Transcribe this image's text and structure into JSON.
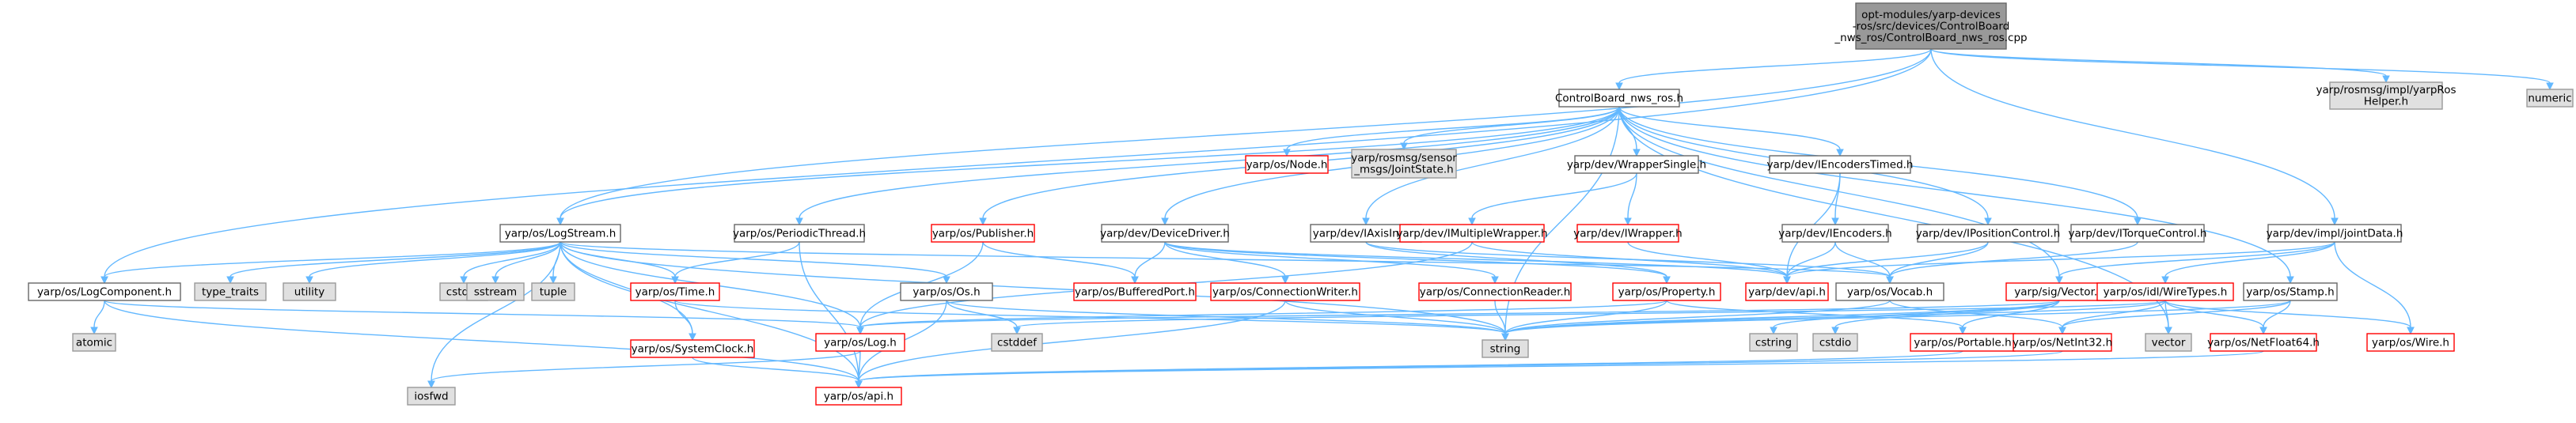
{
  "colors": {
    "edge": "#63b8ff",
    "root_fill": "#999999",
    "node_stroke": "#666666",
    "red_text": "#ff0000",
    "system_fill": "#e0e0e0",
    "system_stroke": "#999999",
    "text": "#000000"
  },
  "nodes": {
    "root": {
      "lines": [
        "opt-modules/yarp-devices",
        "-ros/src/devices/ControlBoard",
        "_nws_ros/ControlBoard_nws_ros.cpp"
      ],
      "kind": "root"
    },
    "cbnh": {
      "lines": [
        "ControlBoard_nws_ros.h"
      ],
      "kind": "normal"
    },
    "rosh": {
      "lines": [
        "yarp/rosmsg/impl/yarpRos",
        "Helper.h"
      ],
      "kind": "system"
    },
    "numeric": {
      "lines": [
        "numeric"
      ],
      "kind": "system"
    },
    "logstream": {
      "lines": [
        "yarp/os/LogStream.h"
      ],
      "kind": "normal"
    },
    "periodic": {
      "lines": [
        "yarp/os/PeriodicThread.h"
      ],
      "kind": "normal"
    },
    "publisher": {
      "lines": [
        "yarp/os/Publisher.h"
      ],
      "kind": "red"
    },
    "node": {
      "lines": [
        "yarp/os/Node.h"
      ],
      "kind": "red"
    },
    "jointstate": {
      "lines": [
        "yarp/rosmsg/sensor",
        "_msgs/JointState.h"
      ],
      "kind": "system"
    },
    "wrappersingle": {
      "lines": [
        "yarp/dev/WrapperSingle.h"
      ],
      "kind": "normal"
    },
    "iencoderstimed": {
      "lines": [
        "yarp/dev/IEncodersTimed.h"
      ],
      "kind": "normal"
    },
    "ijointdata": {
      "lines": [
        "yarp/dev/impl/jointData.h"
      ],
      "kind": "normal"
    },
    "devicedriver": {
      "lines": [
        "yarp/dev/DeviceDriver.h"
      ],
      "kind": "normal"
    },
    "iaxisinfo": {
      "lines": [
        "yarp/dev/IAxisInfo.h"
      ],
      "kind": "normal"
    },
    "imultiple": {
      "lines": [
        "yarp/dev/IMultipleWrapper.h"
      ],
      "kind": "red"
    },
    "iwrapper": {
      "lines": [
        "yarp/dev/IWrapper.h"
      ],
      "kind": "red"
    },
    "iencoders": {
      "lines": [
        "yarp/dev/IEncoders.h"
      ],
      "kind": "normal"
    },
    "iposition": {
      "lines": [
        "yarp/dev/IPositionControl.h"
      ],
      "kind": "normal"
    },
    "itorque": {
      "lines": [
        "yarp/dev/ITorqueControl.h"
      ],
      "kind": "normal"
    },
    "logcomponent": {
      "lines": [
        "yarp/os/LogComponent.h"
      ],
      "kind": "normal"
    },
    "type_traits": {
      "lines": [
        "type_traits"
      ],
      "kind": "system"
    },
    "utility": {
      "lines": [
        "utility"
      ],
      "kind": "system"
    },
    "cstdlib": {
      "lines": [
        "cstdlib"
      ],
      "kind": "system"
    },
    "sstream": {
      "lines": [
        "sstream"
      ],
      "kind": "system"
    },
    "tuple": {
      "lines": [
        "tuple"
      ],
      "kind": "system"
    },
    "time": {
      "lines": [
        "yarp/os/Time.h"
      ],
      "kind": "red"
    },
    "os": {
      "lines": [
        "yarp/os/Os.h"
      ],
      "kind": "normal"
    },
    "bufferedport": {
      "lines": [
        "yarp/os/BufferedPort.h"
      ],
      "kind": "red"
    },
    "connwriter": {
      "lines": [
        "yarp/os/ConnectionWriter.h"
      ],
      "kind": "red"
    },
    "connreader": {
      "lines": [
        "yarp/os/ConnectionReader.h"
      ],
      "kind": "red"
    },
    "property": {
      "lines": [
        "yarp/os/Property.h"
      ],
      "kind": "red"
    },
    "devapi": {
      "lines": [
        "yarp/dev/api.h"
      ],
      "kind": "red"
    },
    "vocab": {
      "lines": [
        "yarp/os/Vocab.h"
      ],
      "kind": "normal"
    },
    "sigvector": {
      "lines": [
        "yarp/sig/Vector.h"
      ],
      "kind": "red"
    },
    "wiretypes": {
      "lines": [
        "yarp/os/idl/WireTypes.h"
      ],
      "kind": "red"
    },
    "stamp": {
      "lines": [
        "yarp/os/Stamp.h"
      ],
      "kind": "normal"
    },
    "atomic": {
      "lines": [
        "atomic"
      ],
      "kind": "system"
    },
    "systemclock": {
      "lines": [
        "yarp/os/SystemClock.h"
      ],
      "kind": "red"
    },
    "log": {
      "lines": [
        "yarp/os/Log.h"
      ],
      "kind": "red"
    },
    "cstddef": {
      "lines": [
        "cstddef"
      ],
      "kind": "system"
    },
    "string": {
      "lines": [
        "string"
      ],
      "kind": "system"
    },
    "cstring": {
      "lines": [
        "cstring"
      ],
      "kind": "system"
    },
    "cstdio": {
      "lines": [
        "cstdio"
      ],
      "kind": "system"
    },
    "portable": {
      "lines": [
        "yarp/os/Portable.h"
      ],
      "kind": "red"
    },
    "netint32": {
      "lines": [
        "yarp/os/NetInt32.h"
      ],
      "kind": "red"
    },
    "vector": {
      "lines": [
        "vector"
      ],
      "kind": "system"
    },
    "netfloat64": {
      "lines": [
        "yarp/os/NetFloat64.h"
      ],
      "kind": "red"
    },
    "wire": {
      "lines": [
        "yarp/os/Wire.h"
      ],
      "kind": "red"
    },
    "iosfwd": {
      "lines": [
        "iosfwd"
      ],
      "kind": "system"
    },
    "osapi": {
      "lines": [
        "yarp/os/api.h"
      ],
      "kind": "red"
    }
  },
  "edges": [
    [
      "root",
      "cbnh"
    ],
    [
      "root",
      "rosh"
    ],
    [
      "root",
      "numeric"
    ],
    [
      "root",
      "ijointdata"
    ],
    [
      "root",
      "logstream"
    ],
    [
      "root",
      "logcomponent"
    ],
    [
      "cbnh",
      "logstream"
    ],
    [
      "cbnh",
      "periodic"
    ],
    [
      "cbnh",
      "publisher"
    ],
    [
      "cbnh",
      "node"
    ],
    [
      "cbnh",
      "jointstate"
    ],
    [
      "cbnh",
      "wrappersingle"
    ],
    [
      "cbnh",
      "iencoderstimed"
    ],
    [
      "cbnh",
      "devicedriver"
    ],
    [
      "cbnh",
      "iaxisinfo"
    ],
    [
      "cbnh",
      "iposition"
    ],
    [
      "cbnh",
      "itorque"
    ],
    [
      "cbnh",
      "stamp"
    ],
    [
      "cbnh",
      "sigvector"
    ],
    [
      "cbnh",
      "string"
    ],
    [
      "cbnh",
      "vector"
    ],
    [
      "logstream",
      "logcomponent"
    ],
    [
      "logstream",
      "type_traits"
    ],
    [
      "logstream",
      "utility"
    ],
    [
      "logstream",
      "cstdlib"
    ],
    [
      "logstream",
      "sstream"
    ],
    [
      "logstream",
      "tuple"
    ],
    [
      "logstream",
      "time"
    ],
    [
      "logstream",
      "os"
    ],
    [
      "logstream",
      "systemclock"
    ],
    [
      "logstream",
      "log"
    ],
    [
      "logstream",
      "string"
    ],
    [
      "logstream",
      "osapi"
    ],
    [
      "logstream",
      "iosfwd"
    ],
    [
      "logstream",
      "vocab"
    ],
    [
      "periodic",
      "time"
    ],
    [
      "periodic",
      "osapi"
    ],
    [
      "publisher",
      "bufferedport"
    ],
    [
      "publisher",
      "log"
    ],
    [
      "wrappersingle",
      "iwrapper"
    ],
    [
      "wrappersingle",
      "imultiple"
    ],
    [
      "iencoderstimed",
      "iencoders"
    ],
    [
      "iencoderstimed",
      "devapi"
    ],
    [
      "ijointdata",
      "devapi"
    ],
    [
      "ijointdata",
      "sigvector"
    ],
    [
      "ijointdata",
      "wiretypes"
    ],
    [
      "ijointdata",
      "wire"
    ],
    [
      "devicedriver",
      "bufferedport"
    ],
    [
      "devicedriver",
      "connwriter"
    ],
    [
      "devicedriver",
      "connreader"
    ],
    [
      "devicedriver",
      "property"
    ],
    [
      "devicedriver",
      "devapi"
    ],
    [
      "iaxisinfo",
      "property"
    ],
    [
      "iaxisinfo",
      "vocab"
    ],
    [
      "imultiple",
      "devapi"
    ],
    [
      "imultiple",
      "log"
    ],
    [
      "iwrapper",
      "devapi"
    ],
    [
      "iencoders",
      "devapi"
    ],
    [
      "iencoders",
      "vocab"
    ],
    [
      "iposition",
      "devapi"
    ],
    [
      "iposition",
      "vocab"
    ],
    [
      "itorque",
      "vocab"
    ],
    [
      "logcomponent",
      "atomic"
    ],
    [
      "logcomponent",
      "log"
    ],
    [
      "logcomponent",
      "osapi"
    ],
    [
      "time",
      "systemclock"
    ],
    [
      "time",
      "string"
    ],
    [
      "os",
      "cstddef"
    ],
    [
      "os",
      "osapi"
    ],
    [
      "os",
      "string"
    ],
    [
      "connwriter",
      "string"
    ],
    [
      "connwriter",
      "osapi"
    ],
    [
      "connreader",
      "string"
    ],
    [
      "property",
      "string"
    ],
    [
      "property",
      "log"
    ],
    [
      "property",
      "portable"
    ],
    [
      "vocab",
      "string"
    ],
    [
      "vocab",
      "netint32"
    ],
    [
      "sigvector",
      "string"
    ],
    [
      "sigvector",
      "portable"
    ],
    [
      "sigvector",
      "cstring"
    ],
    [
      "sigvector",
      "cstdio"
    ],
    [
      "sigvector",
      "log"
    ],
    [
      "wiretypes",
      "netint32"
    ],
    [
      "wiretypes",
      "netfloat64"
    ],
    [
      "wiretypes",
      "vector"
    ],
    [
      "wiretypes",
      "wire"
    ],
    [
      "wiretypes",
      "string"
    ],
    [
      "wiretypes",
      "cstddef"
    ],
    [
      "stamp",
      "netint32"
    ],
    [
      "stamp",
      "netfloat64"
    ],
    [
      "stamp",
      "string"
    ],
    [
      "systemclock",
      "osapi"
    ],
    [
      "log",
      "iosfwd"
    ],
    [
      "log",
      "osapi"
    ],
    [
      "portable",
      "osapi"
    ],
    [
      "netint32",
      "osapi"
    ],
    [
      "netfloat64",
      "osapi"
    ]
  ]
}
